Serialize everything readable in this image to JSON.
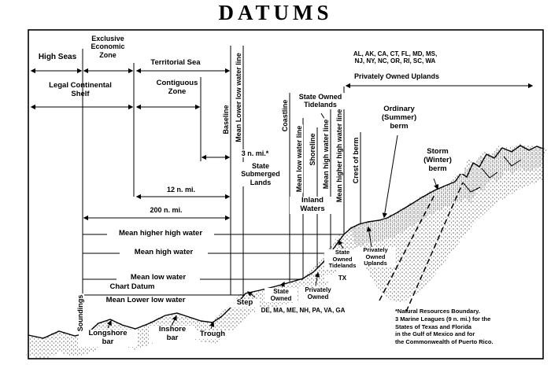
{
  "title": "DATUMS",
  "maritime_zones": {
    "high_seas": "High Seas",
    "eez": "Exclusive\nEconomic\nZone",
    "territorial_sea": "Territorial Sea",
    "legal_continental_shelf": "Legal Continental\nShelf",
    "contiguous_zone": "Contiguous\nZone",
    "state_submerged_lands": "State\nSubmerged\nLands",
    "inland_waters": "Inland\nWaters"
  },
  "distances": {
    "three_nmi": "3 n. mi.*",
    "twelve_nmi": "12 n. mi.",
    "two_hundred_nmi": "200 n. mi."
  },
  "boundary_lines": {
    "baseline": "Baseline",
    "mean_lower_low_water_line": "Mean Lower low water line",
    "coastline": "Coastline",
    "mean_low_water_line": "Mean low water line",
    "shoreline": "Shoreline",
    "mean_high_water_line": "Mean high water line",
    "mean_higher_high_water_line": "Mean higher high water line",
    "crest_of_berm": "Crest of berm"
  },
  "datums": {
    "mean_higher_high_water": "Mean higher high water",
    "mean_high_water": "Mean high water",
    "mean_low_water": "Mean low water",
    "chart_datum": "Chart Datum",
    "mean_lower_low_water": "Mean Lower low water"
  },
  "ownership": {
    "states_top": "AL, AK, CA, CT, FL, MD, MS,\nNJ, NY, NC, OR, RI, SC, WA",
    "privately_owned_uplands": "Privately Owned Uplands",
    "state_owned_tidelands": "State Owned\nTidelands",
    "state_owned": "State\nOwned",
    "privately_owned": "Privately\nOwned",
    "states_bottom": "DE, MA, ME, NH, PA, VA, GA",
    "state_owned_tidelands_tx": "State\nOwned\nTidelands",
    "tx": "TX",
    "privately_owned_uplands_small": "Privately\nOwned\nUplands"
  },
  "beach_features": {
    "ordinary_berm": "Ordinary\n(Summer)\nberm",
    "storm_berm": "Storm\n(Winter)\nberm",
    "step": "Step",
    "trough": "Trough",
    "inshore_bar": "Inshore\nbar",
    "longshore_bar": "Longshore\nbar",
    "soundings": "Soundings"
  },
  "footnote": "*Natural Resources Boundary.\n3 Marine Leagues (9 n. mi.) for the\nStates of Texas and Florida\nin the Gulf of Mexico and for\nthe Commonwealth of Puerto Rico."
}
